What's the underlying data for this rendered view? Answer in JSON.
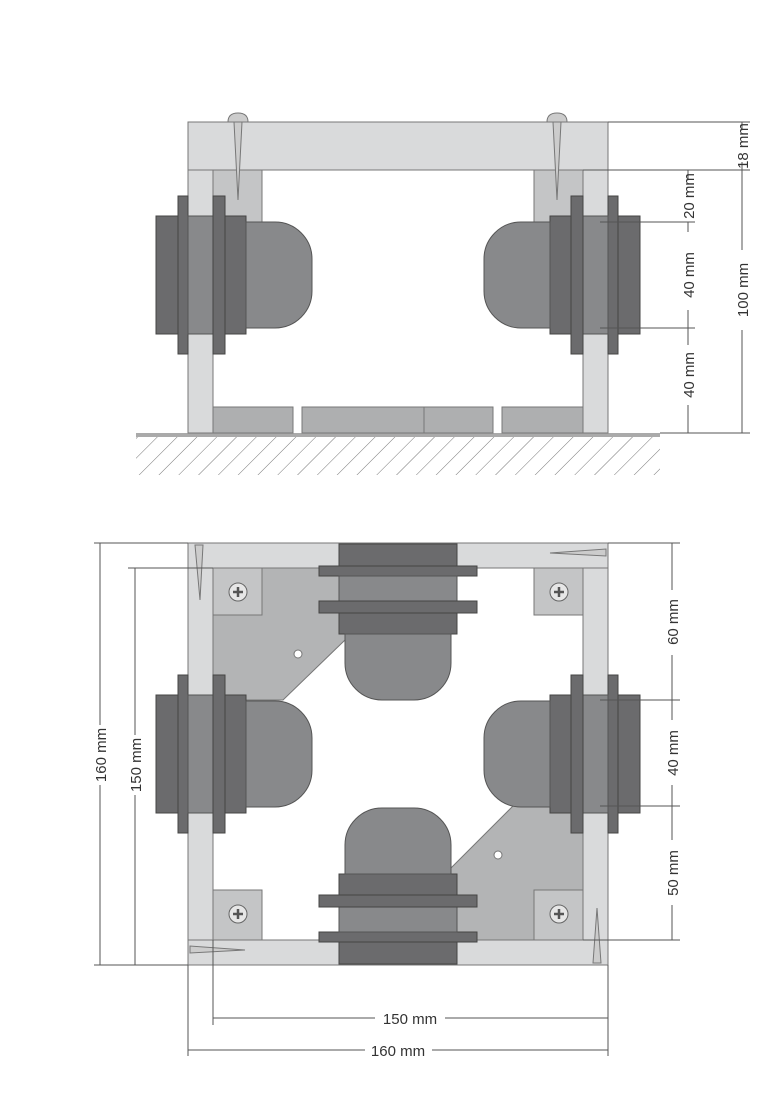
{
  "side_view": {
    "dims": {
      "top_bar": "18 mm",
      "gap_top": "20 mm",
      "holder": "40 mm",
      "gap_bottom": "40 mm",
      "total_height": "100 mm"
    }
  },
  "plan_view": {
    "dims": {
      "outer_height": "160 mm",
      "inner_height": "150 mm",
      "top_gap": "60 mm",
      "holder": "40 mm",
      "bottom_gap": "50 mm",
      "inner_width": "150 mm",
      "outer_width": "160 mm"
    }
  },
  "colors": {
    "wood": "#d9dadb",
    "holder_dark": "#6b6b6d",
    "bulb": "#88898b",
    "plate": "#b3b4b5"
  }
}
